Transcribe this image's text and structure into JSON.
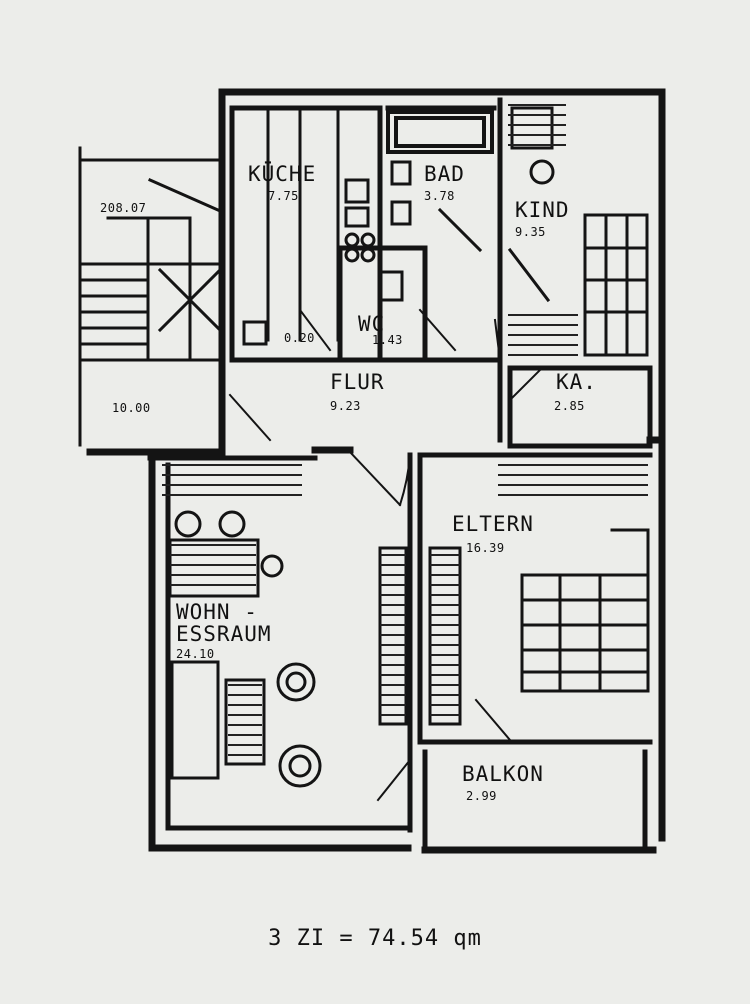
{
  "plan": {
    "stair_label": "208.07",
    "landing_label": "10.00",
    "summary": "3 ZI = 74.54 qm",
    "rooms": {
      "kueche": {
        "name": "KÜCHE",
        "area": "7.75"
      },
      "bad": {
        "name": "BAD",
        "area": "3.78"
      },
      "kind": {
        "name": "KIND",
        "area": "9.35"
      },
      "wc": {
        "name": "WC",
        "area": "1.43"
      },
      "abst": {
        "area": "0.20"
      },
      "flur": {
        "name": "FLUR",
        "area": "9.23"
      },
      "ka": {
        "name": "KA.",
        "area": "2.85"
      },
      "wohn": {
        "name_line1": "WOHN -",
        "name_line2": "ESSRAUM",
        "area": "24.10"
      },
      "eltern": {
        "name": "ELTERN",
        "area": "16.39"
      },
      "balkon": {
        "name": "BALKON",
        "area": "2.99"
      }
    }
  }
}
